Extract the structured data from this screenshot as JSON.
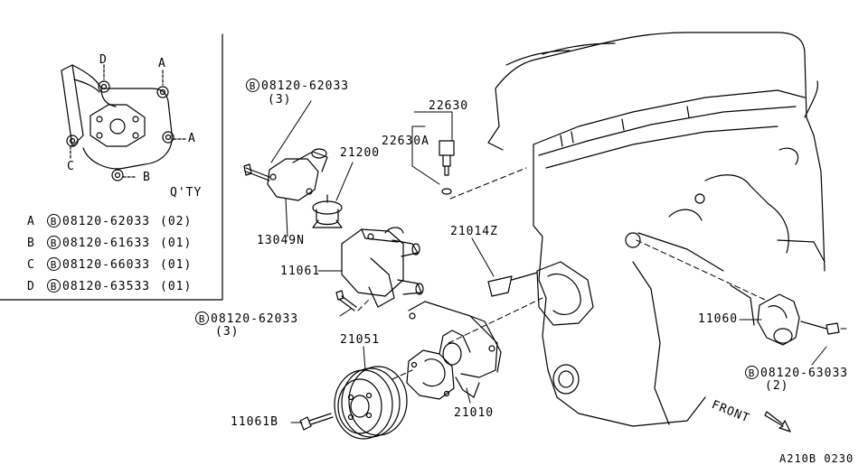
{
  "inset": {
    "qty_label": "Q'TY",
    "point_labels": [
      "A",
      "A",
      "B",
      "C",
      "D"
    ],
    "rows": [
      {
        "letter": "A",
        "part": "08120-62033",
        "qty": "(02)"
      },
      {
        "letter": "B",
        "part": "08120-61633",
        "qty": "(01)"
      },
      {
        "letter": "C",
        "part": "08120-66033",
        "qty": "(01)"
      },
      {
        "letter": "D",
        "part": "08120-63533",
        "qty": "(01)"
      }
    ]
  },
  "bolt_symbol": "B",
  "callouts": {
    "bolt_top": {
      "part": "08120-62033",
      "qty": "(3)"
    },
    "p22630": "22630",
    "p22630a": "22630A",
    "p21200": "21200",
    "p13049n": "13049N",
    "p21014z": "21014Z",
    "p11061": "11061",
    "bolt_mid": {
      "part": "08120-62033",
      "qty": "(3)"
    },
    "p21051": "21051",
    "p21010": "21010",
    "p11061b": "11061B",
    "p11060": "11060",
    "bolt_right": {
      "part": "08120-63033",
      "qty": "(2)"
    },
    "front": "FRONT",
    "diagram_code": "A210B 0230"
  }
}
